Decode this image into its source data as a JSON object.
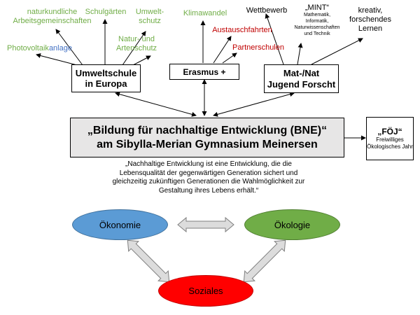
{
  "top_labels": {
    "naturkundliche": "naturkundliche Arbeitsgemeinschaften",
    "schulgaerten": "Schulgärten",
    "umweltschutz": "Umwelt- schutz",
    "klimawandel": "Klimawandel",
    "wettbewerb": "Wettbewerb",
    "mint_title": "„MINT“",
    "mint_sub": "Mathematik, Informatik, Naturwissenschaften und Technik",
    "kreativ": "kreativ, forschendes Lernen",
    "photovoltaik_part1": "Photovoltaik",
    "photovoltaik_part2": "anlage",
    "naturschutz": "Natur- und Artenschutz",
    "austauschfahrten": "Austauschfahrten",
    "partnerschulen": "Partnerschulen"
  },
  "boxes": {
    "umweltschule": "Umweltschule in Europa",
    "erasmus": "Erasmus +",
    "matnat": "Mat-/Nat Jugend Forscht",
    "foej_title": "„FÖJ“",
    "foej_sub": "Freiwilliges Ökologisches Jahr"
  },
  "main": {
    "title_line1": "„Bildung für nachhaltige Entwicklung (BNE)“",
    "title_line2": "am Sibylla-Merian Gymnasium Meinersen"
  },
  "quote": "„Nachhaltige Entwicklung ist eine Entwicklung, die die Lebensqualität der gegenwärtigen Generation sichert und gleichzeitig zukünftigen Generationen die Wahlmöglichkeit zur Gestaltung ihres Lebens erhält.“",
  "pillars": {
    "oekonomie": "Ökonomie",
    "oekologie": "Ökologie",
    "soziales": "Soziales"
  },
  "colors": {
    "green_text": "#70ad47",
    "red_text": "#c00000",
    "blue_text": "#4472c4",
    "oekonomie_fill": "#5b9bd5",
    "oekologie_fill": "#70ad47",
    "soziales_fill": "#ff0000",
    "main_box_fill": "#e7e6e6"
  }
}
